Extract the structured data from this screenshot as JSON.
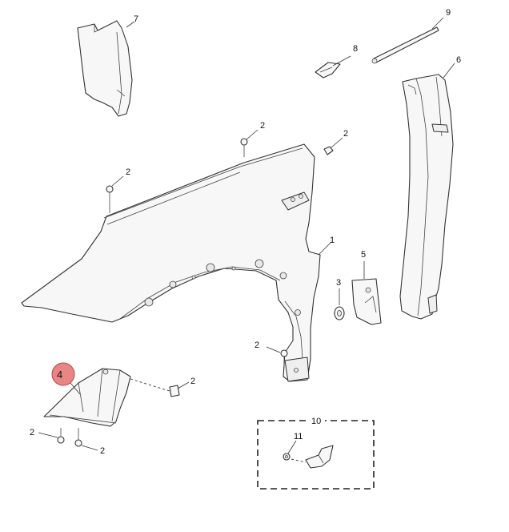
{
  "callouts": {
    "fender": "1",
    "fastener": "2",
    "nut": "3",
    "bracket": "4",
    "seal": "5",
    "insulator_front": "6",
    "insulator_rear": "7",
    "clip": "8",
    "strip": "9",
    "kit": "10",
    "kit_fastener": "11"
  },
  "highlight": {
    "color": "#e05c5c",
    "callout": "4"
  }
}
